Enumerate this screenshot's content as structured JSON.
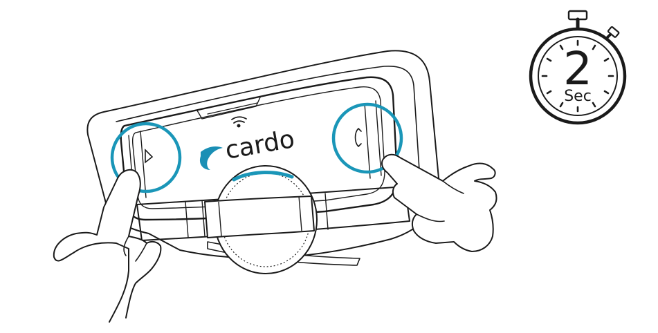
{
  "device": {
    "brand": "cardo",
    "logo_icon": "cardo-swoosh-logo-icon",
    "left_button_icon": "triangle-play-icon",
    "right_button_icon": "phone-handset-icon",
    "center_indicator_icon": "wifi-signal-icon"
  },
  "timer": {
    "value": "2",
    "unit": "Sec",
    "icon": "stopwatch-icon"
  },
  "colors": {
    "highlight": "#1a96b8",
    "logo_accent": "#1a8fb5",
    "outline": "#1a1a1a",
    "background": "#ffffff"
  }
}
